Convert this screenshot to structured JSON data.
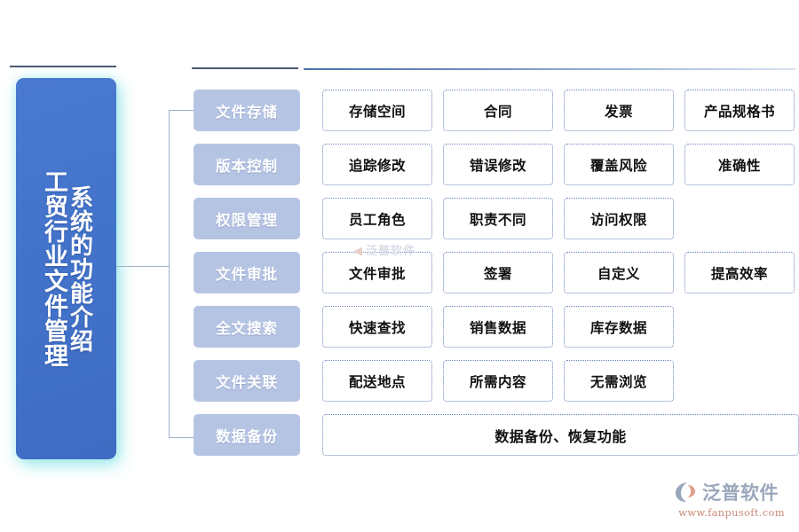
{
  "title": {
    "line1": "工贸行业文件管理",
    "line2": "系统的功能介绍"
  },
  "colors": {
    "title_card_blue": "#4273cb",
    "category_lilac": "#b6c4e4",
    "item_border_blue": "#6d85c0",
    "rule_dark": "#4a5a70",
    "glow_cyan": "#8ce4e6"
  },
  "rows": [
    {
      "category": "文件存储",
      "items": [
        "存储空间",
        "合同",
        "发票",
        "产品规格书"
      ]
    },
    {
      "category": "版本控制",
      "items": [
        "追踪修改",
        "错误修改",
        "覆盖风险",
        "准确性"
      ]
    },
    {
      "category": "权限管理",
      "items": [
        "员工角色",
        "职责不同",
        "访问权限"
      ]
    },
    {
      "category": "文件审批",
      "items": [
        "文件审批",
        "签署",
        "自定义",
        "提高效率"
      ]
    },
    {
      "category": "全文搜索",
      "items": [
        "快速查找",
        "销售数据",
        "库存数据"
      ]
    },
    {
      "category": "文件关联",
      "items": [
        "配送地点",
        "所需内容",
        "无需浏览"
      ]
    },
    {
      "category": "数据备份",
      "items": [
        "数据备份、恢复功能"
      ],
      "wide": true
    }
  ],
  "watermark": {
    "text": "泛普软件"
  },
  "logo": {
    "name": "泛普软件",
    "url": "www.fanpusoft.com",
    "mark_icon": "fanpu-swirl-icon"
  }
}
